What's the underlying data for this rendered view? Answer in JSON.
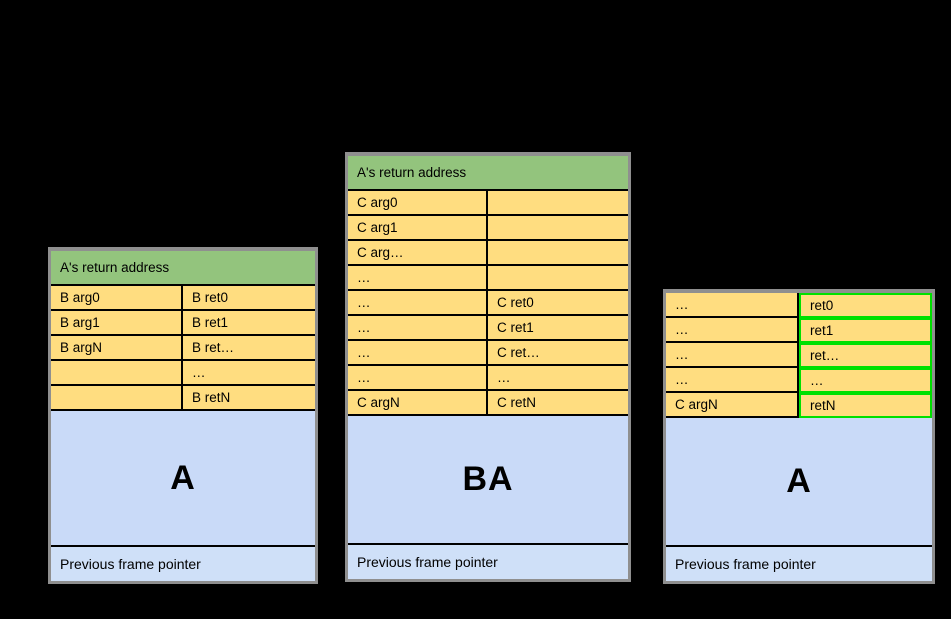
{
  "colors": {
    "canvas_bg": "#000000",
    "table_border": "#8f8f8f",
    "header_green": "#93c47d",
    "cell_yellow": "#ffdd80",
    "body_blue": "#c9daf8",
    "footer_blue": "#cfe0f8",
    "highlight_green": "#00e000",
    "cell_divider": "#000000"
  },
  "frames": [
    {
      "position": "left",
      "header": "A's return address",
      "rows": [
        {
          "left": "B arg0",
          "right": "B ret0"
        },
        {
          "left": "B arg1",
          "right": "B ret1"
        },
        {
          "left": "B argN",
          "right": "B ret…"
        },
        {
          "left": "",
          "right": "…"
        },
        {
          "left": "",
          "right": "B retN"
        }
      ],
      "body_label": "A",
      "footer": "Previous frame pointer"
    },
    {
      "position": "middle",
      "header": "A's return address",
      "rows": [
        {
          "left": "C arg0",
          "right": ""
        },
        {
          "left": "C arg1",
          "right": ""
        },
        {
          "left": "C arg…",
          "right": ""
        },
        {
          "left": "…",
          "right": ""
        },
        {
          "left": "…",
          "right": "C ret0"
        },
        {
          "left": "…",
          "right": "C ret1"
        },
        {
          "left": "…",
          "right": "C ret…"
        },
        {
          "left": "…",
          "right": "…"
        },
        {
          "left": "C argN",
          "right": "C retN"
        }
      ],
      "body_label": "BA",
      "footer": "Previous frame pointer"
    },
    {
      "position": "right",
      "header": null,
      "rows": [
        {
          "left": "…",
          "right": "ret0",
          "right_highlight": true
        },
        {
          "left": "…",
          "right": "ret1",
          "right_highlight": true
        },
        {
          "left": "…",
          "right": "ret…",
          "right_highlight": true
        },
        {
          "left": "…",
          "right": "…",
          "right_highlight": true
        },
        {
          "left": "C argN",
          "right": "retN",
          "right_highlight": true
        }
      ],
      "body_label": "A",
      "footer": "Previous frame pointer"
    }
  ]
}
